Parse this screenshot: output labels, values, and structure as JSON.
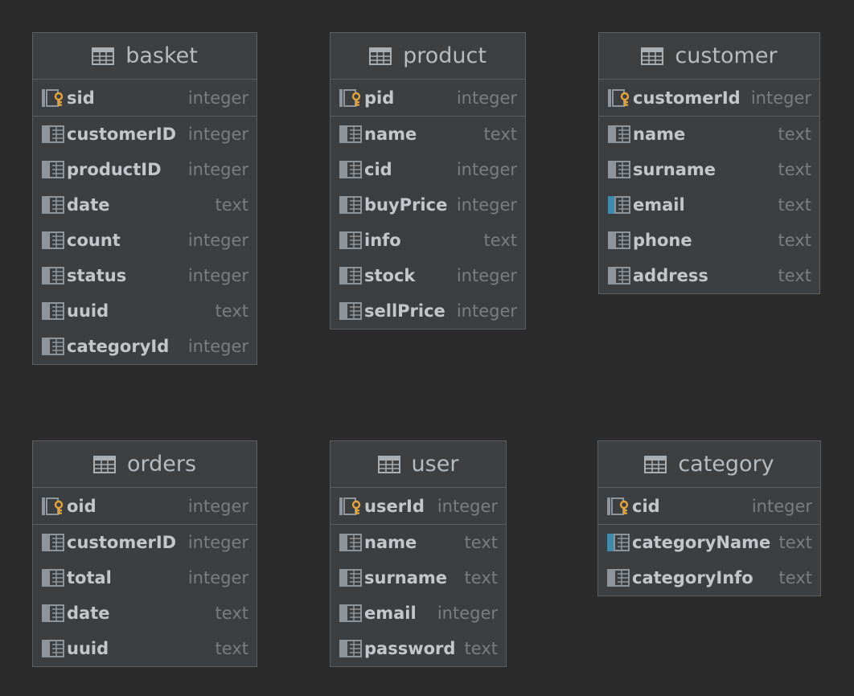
{
  "colors": {
    "background": "#2b2b2b",
    "table_body": "#3c3f41",
    "border": "#5b5f61",
    "key_icon": "#e5a33a",
    "index_mark": "#3c8dad"
  },
  "tables": {
    "basket": {
      "title": "basket",
      "pk": {
        "name": "sid",
        "type": "integer"
      },
      "columns": [
        {
          "name": "customerID",
          "type": "integer"
        },
        {
          "name": "productID",
          "type": "integer"
        },
        {
          "name": "date",
          "type": "text"
        },
        {
          "name": "count",
          "type": "integer"
        },
        {
          "name": "status",
          "type": "integer"
        },
        {
          "name": "uuid",
          "type": "text"
        },
        {
          "name": "categoryId",
          "type": "integer"
        }
      ]
    },
    "product": {
      "title": "product",
      "pk": {
        "name": "pid",
        "type": "integer"
      },
      "columns": [
        {
          "name": "name",
          "type": "text"
        },
        {
          "name": "cid",
          "type": "integer"
        },
        {
          "name": "buyPrice",
          "type": "integer"
        },
        {
          "name": "info",
          "type": "text"
        },
        {
          "name": "stock",
          "type": "integer"
        },
        {
          "name": "sellPrice",
          "type": "integer"
        }
      ]
    },
    "customer": {
      "title": "customer",
      "pk": {
        "name": "customerId",
        "type": "integer"
      },
      "columns": [
        {
          "name": "name",
          "type": "text"
        },
        {
          "name": "surname",
          "type": "text"
        },
        {
          "name": "email",
          "type": "text",
          "indexed": true
        },
        {
          "name": "phone",
          "type": "text"
        },
        {
          "name": "address",
          "type": "text"
        }
      ]
    },
    "orders": {
      "title": "orders",
      "pk": {
        "name": "oid",
        "type": "integer"
      },
      "columns": [
        {
          "name": "customerID",
          "type": "integer"
        },
        {
          "name": "total",
          "type": "integer"
        },
        {
          "name": "date",
          "type": "text"
        },
        {
          "name": "uuid",
          "type": "text"
        }
      ]
    },
    "user": {
      "title": "user",
      "pk": {
        "name": "userId",
        "type": "integer"
      },
      "columns": [
        {
          "name": "name",
          "type": "text"
        },
        {
          "name": "surname",
          "type": "text"
        },
        {
          "name": "email",
          "type": "integer"
        },
        {
          "name": "password",
          "type": "text"
        }
      ]
    },
    "category": {
      "title": "category",
      "pk": {
        "name": "cid",
        "type": "integer"
      },
      "columns": [
        {
          "name": "categoryName",
          "type": "text",
          "indexed": true
        },
        {
          "name": "categoryInfo",
          "type": "text"
        }
      ]
    }
  }
}
